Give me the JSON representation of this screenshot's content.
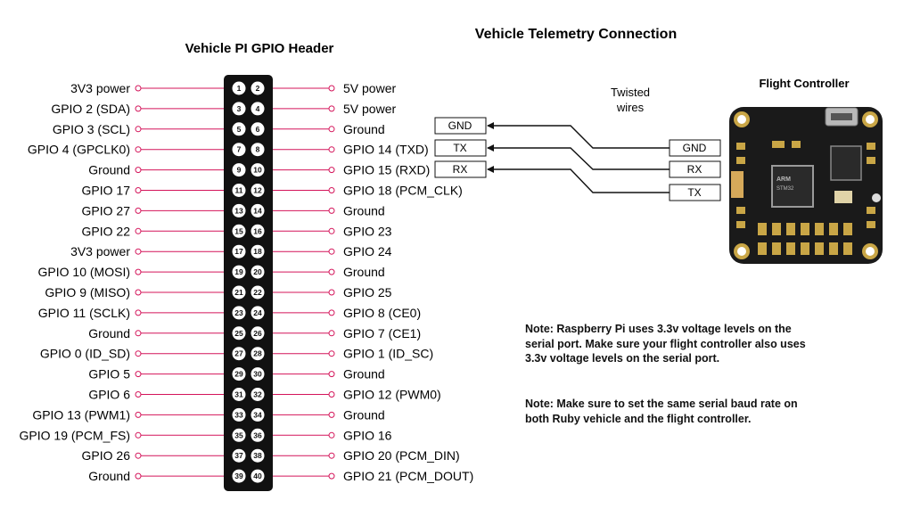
{
  "diagram": {
    "title": "Vehicle Telemetry Connection",
    "header_title": "Vehicle PI GPIO Header",
    "fc_title": "Flight Controller",
    "twisted_label_line1": "Twisted",
    "twisted_label_line2": "wires",
    "pi_boxes": [
      "GND",
      "TX",
      "RX"
    ],
    "fc_boxes": [
      "GND",
      "RX",
      "TX"
    ],
    "left_labels": [
      "3V3 power",
      "GPIO 2 (SDA)",
      "GPIO 3 (SCL)",
      "GPIO 4 (GPCLK0)",
      "Ground",
      "GPIO 17",
      "GPIO 27",
      "GPIO 22",
      "3V3 power",
      "GPIO 10 (MOSI)",
      "GPIO 9 (MISO)",
      "GPIO 11 (SCLK)",
      "Ground",
      "GPIO 0 (ID_SD)",
      "GPIO 5",
      "GPIO 6",
      "GPIO 13 (PWM1)",
      "GPIO 19 (PCM_FS)",
      "GPIO 26",
      "Ground"
    ],
    "right_labels": [
      "5V power",
      "5V power",
      "Ground",
      "GPIO 14 (TXD)",
      "GPIO 15 (RXD)",
      "GPIO 18 (PCM_CLK)",
      "Ground",
      "GPIO 23",
      "GPIO 24",
      "Ground",
      "GPIO 25",
      "GPIO 8 (CE0)",
      "GPIO 7 (CE1)",
      "GPIO 1 (ID_SC)",
      "Ground",
      "GPIO 12 (PWM0)",
      "Ground",
      "GPIO 16",
      "GPIO 20 (PCM_DIN)",
      "GPIO 21 (PCM_DOUT)"
    ],
    "pin_numbers": [
      "1",
      "2",
      "3",
      "4",
      "5",
      "6",
      "7",
      "8",
      "9",
      "10",
      "11",
      "12",
      "13",
      "14",
      "15",
      "16",
      "17",
      "18",
      "19",
      "20",
      "21",
      "22",
      "23",
      "24",
      "25",
      "26",
      "27",
      "28",
      "29",
      "30",
      "31",
      "32",
      "33",
      "34",
      "35",
      "36",
      "37",
      "38",
      "39",
      "40"
    ],
    "fc_board_text": [
      "ARM",
      "STM32"
    ],
    "note1": "Note: Raspberry Pi uses 3.3v voltage levels on the serial port. Make sure your flight controller also uses 3.3v voltage levels on the serial port.",
    "note2": "Note: Make sure to set the same serial baud rate on both Ruby vehicle and the flight controller.",
    "colors": {
      "pin_line": "#d4145a",
      "header_bg": "#111111",
      "pcb": "#1a1a1a",
      "pad": "#c9a646"
    }
  }
}
